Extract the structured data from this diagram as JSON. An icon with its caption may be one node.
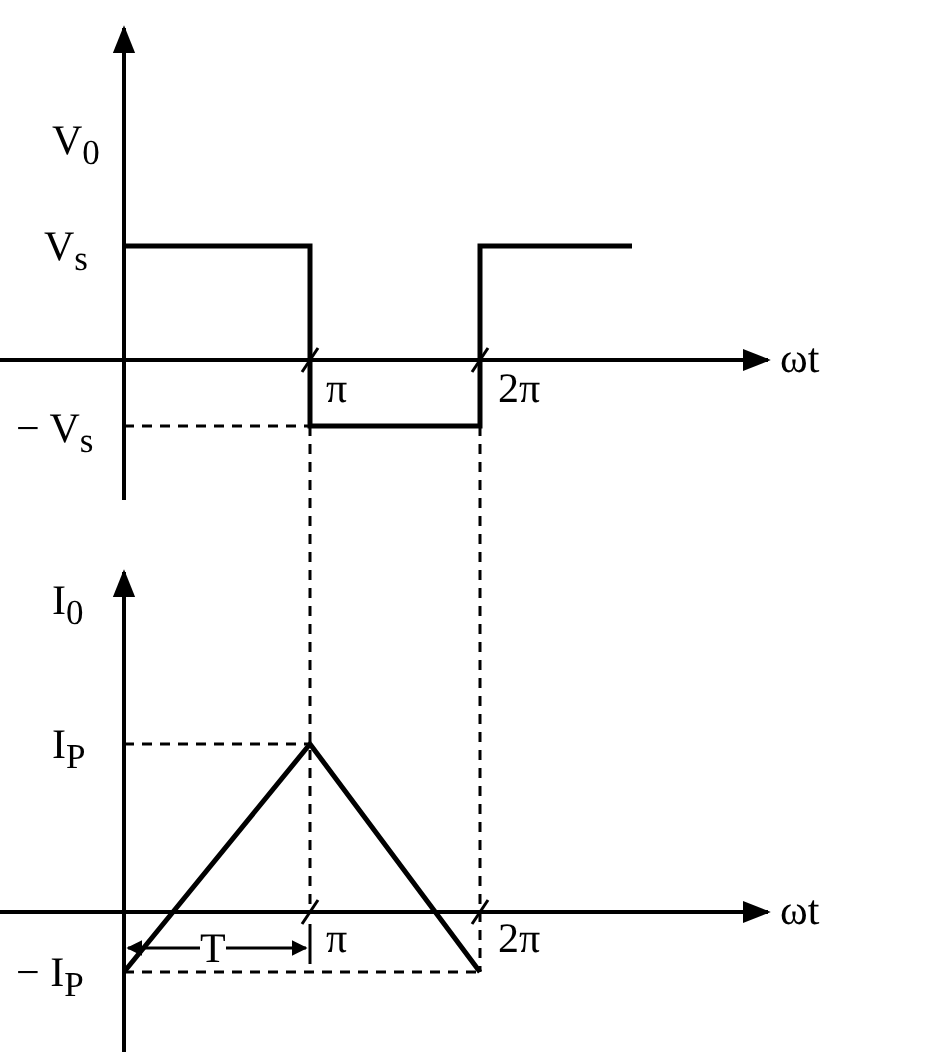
{
  "diagram": {
    "labels": [
      "V$_{0}$",
      "V$_{s}$",
      "− V$_{s}$",
      "π",
      "2π",
      "ωt",
      "I$_{0}$",
      "I$_{P}$",
      "− I$_{P}$",
      "π",
      "2π",
      "ωt",
      "T"
    ]
  }
}
